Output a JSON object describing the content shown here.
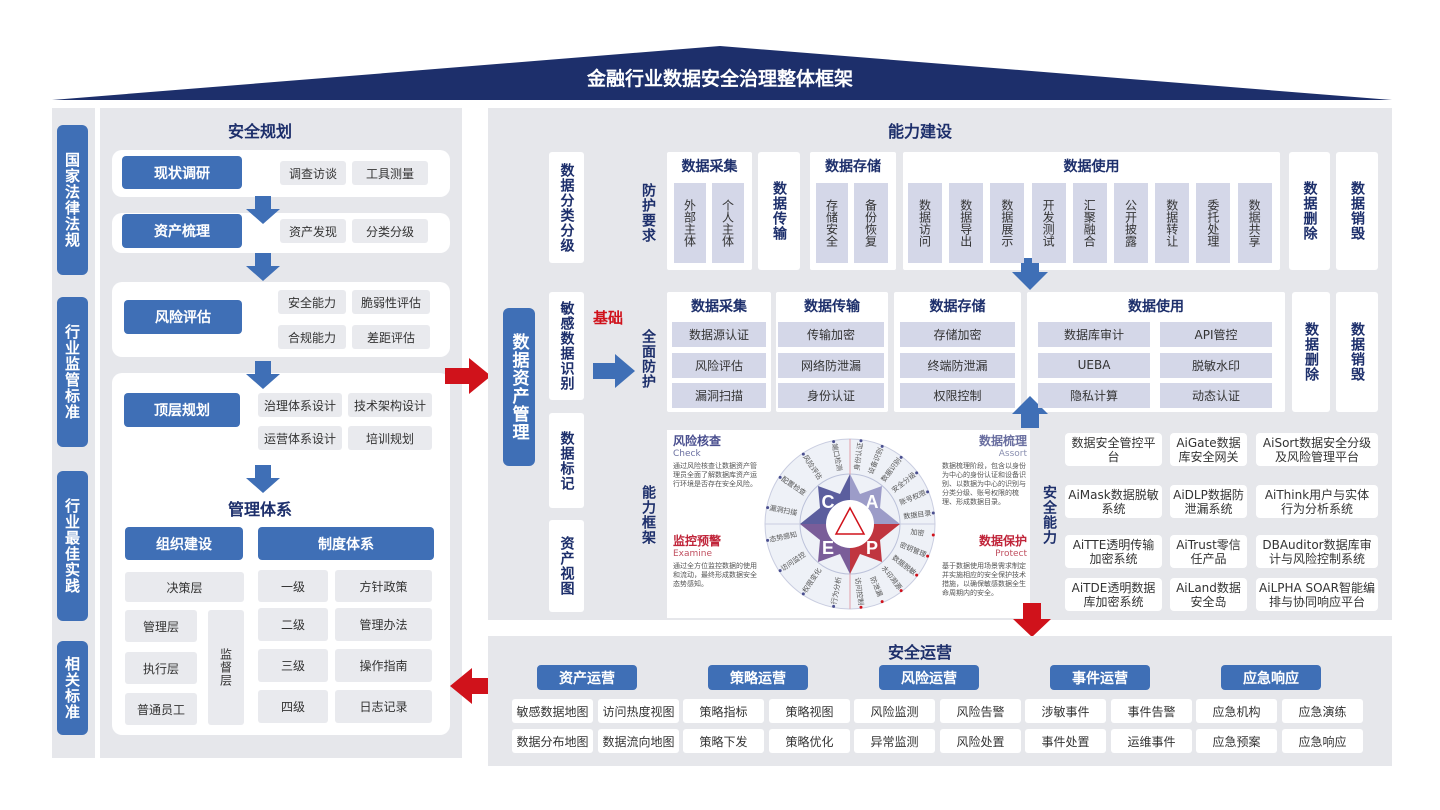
{
  "header": {
    "title": "金融行业数据安全治理整体框架"
  },
  "side_labels": [
    "国家法律法规",
    "行业监管标准",
    "行业最佳实践",
    "相关标准"
  ],
  "planning": {
    "title": "安全规划",
    "rows": [
      {
        "label": "现状调研",
        "items": [
          "调查访谈",
          "工具测量"
        ]
      },
      {
        "label": "资产梳理",
        "items": [
          "资产发现",
          "分类分级"
        ]
      },
      {
        "label": "风险评估",
        "items": [
          "安全能力",
          "脆弱性评估",
          "合规能力",
          "差距评估"
        ]
      },
      {
        "label": "顶层规划",
        "items": [
          "治理体系设计",
          "技术架构设计",
          "运营体系设计",
          "培训规划"
        ]
      }
    ],
    "mgmt_title": "管理体系",
    "org": {
      "label": "组织建设",
      "items": [
        "决策层",
        "管理层",
        "执行层",
        "普通员工"
      ],
      "supervise": "监督层"
    },
    "policy": {
      "label": "制度体系",
      "levels": [
        "一级",
        "二级",
        "三级",
        "四级"
      ],
      "docs": [
        "方针政策",
        "管理办法",
        "操作指南",
        "日志记录"
      ]
    }
  },
  "capability": {
    "title": "能力建设",
    "asset_mgmt": "数据资产管理",
    "left_cells": [
      "数据分类分级",
      "敏感数据识别",
      "数据标记",
      "资产视图"
    ],
    "basis": "基础",
    "row_labels": [
      "防护要求",
      "全面防护",
      "能力框架"
    ],
    "req": {
      "collect": {
        "title": "数据采集",
        "items": [
          "外部主体",
          "个人主体"
        ]
      },
      "transfer": "数据传输",
      "store": {
        "title": "数据存储",
        "items": [
          "存储安全",
          "备份恢复"
        ]
      },
      "use": {
        "title": "数据使用",
        "items": [
          "数据访问",
          "数据导出",
          "数据展示",
          "开发测试",
          "汇聚融合",
          "公开披露",
          "数据转让",
          "委托处理",
          "数据共享"
        ]
      },
      "delete": "数据删除",
      "destroy": "数据销毁"
    },
    "protect": {
      "collect": {
        "title": "数据采集",
        "items": [
          "数据源认证",
          "风险评估",
          "漏洞扫描"
        ]
      },
      "transfer": {
        "title": "数据传输",
        "items": [
          "传输加密",
          "网络防泄漏",
          "身份认证"
        ]
      },
      "store": {
        "title": "数据存储",
        "items": [
          "存储加密",
          "终端防泄漏",
          "权限控制"
        ]
      },
      "use": {
        "title": "数据使用",
        "items": [
          "数据库审计",
          "API管控",
          "UEBA",
          "脱敏水印",
          "隐私计算",
          "动态认证"
        ]
      },
      "delete": "数据删除",
      "destroy": "数据销毁"
    },
    "caep": {
      "check": {
        "title": "风险核查",
        "en": "Check",
        "desc": "通过风险核查让数据资产管理员全面了解数据库资产运行环境是否存在安全风险。"
      },
      "assort": {
        "title": "数据梳理",
        "en": "Assort",
        "desc": "数据梳理阶段，包含以身份为中心的身份认证和设备识别、以数据为中心的识别与分类分级、账号权限的梳理、形成数据目录。"
      },
      "examine": {
        "title": "监控预警",
        "en": "Examine",
        "desc": "通过全方位监控数据的使用和流动，最终形成数据安全态势感知。"
      },
      "protect": {
        "title": "数据保护",
        "en": "Protect",
        "desc": "基于数据使用场景需求制定并实施相应的安全保护技术措施，以确保敏感数据全生命周期内的安全。"
      },
      "letters": [
        "C",
        "A",
        "E",
        "P"
      ],
      "spokes_c": [
        "漏洞扫描",
        "配置检查",
        "风险评估",
        "端口检测"
      ],
      "spokes_a": [
        "身份认证",
        "设备识别",
        "数据识别",
        "安全分级",
        "账号权限",
        "数据目录"
      ],
      "spokes_e": [
        "行为分析",
        "权限变化",
        "访问监控",
        "态势感知"
      ],
      "spokes_p": [
        "加密",
        "密钥管理",
        "数据脱敏",
        "水印溯源",
        "防泄漏",
        "访问控制"
      ]
    },
    "ability_label": "安全能力",
    "products": [
      "数据安全管控平台",
      "AiGate数据库安全网关",
      "AiSort数据安全分级及风险管理平台",
      "AiMask数据脱敏系统",
      "AiDLP数据防泄漏系统",
      "AiThink用户与实体行为分析系统",
      "AiTTE透明传输加密系统",
      "AiTrust零信任产品",
      "DBAuditor数据库审计与风险控制系统",
      "AiTDE透明数据库加密系统",
      "AiLand数据安全岛",
      "AiLPHA SOAR智能编排与协同响应平台"
    ]
  },
  "operations": {
    "title": "安全运营",
    "groups": [
      {
        "label": "资产运营",
        "items": [
          "敏感数据地图",
          "访问热度视图",
          "数据分布地图",
          "数据流向地图"
        ]
      },
      {
        "label": "策略运营",
        "items": [
          "策略指标",
          "策略视图",
          "策略下发",
          "策略优化"
        ]
      },
      {
        "label": "风险运营",
        "items": [
          "风险监测",
          "风险告警",
          "异常监测",
          "风险处置"
        ]
      },
      {
        "label": "事件运营",
        "items": [
          "涉敏事件",
          "事件告警",
          "事件处置",
          "运维事件"
        ]
      },
      {
        "label": "应急响应",
        "items": [
          "应急机构",
          "应急演练",
          "应急预案",
          "应急响应"
        ]
      }
    ]
  },
  "colors": {
    "navy": "#1d2f6b",
    "blue": "#3f6fb6",
    "red": "#d0121b",
    "panel": "#e6e7eb"
  }
}
